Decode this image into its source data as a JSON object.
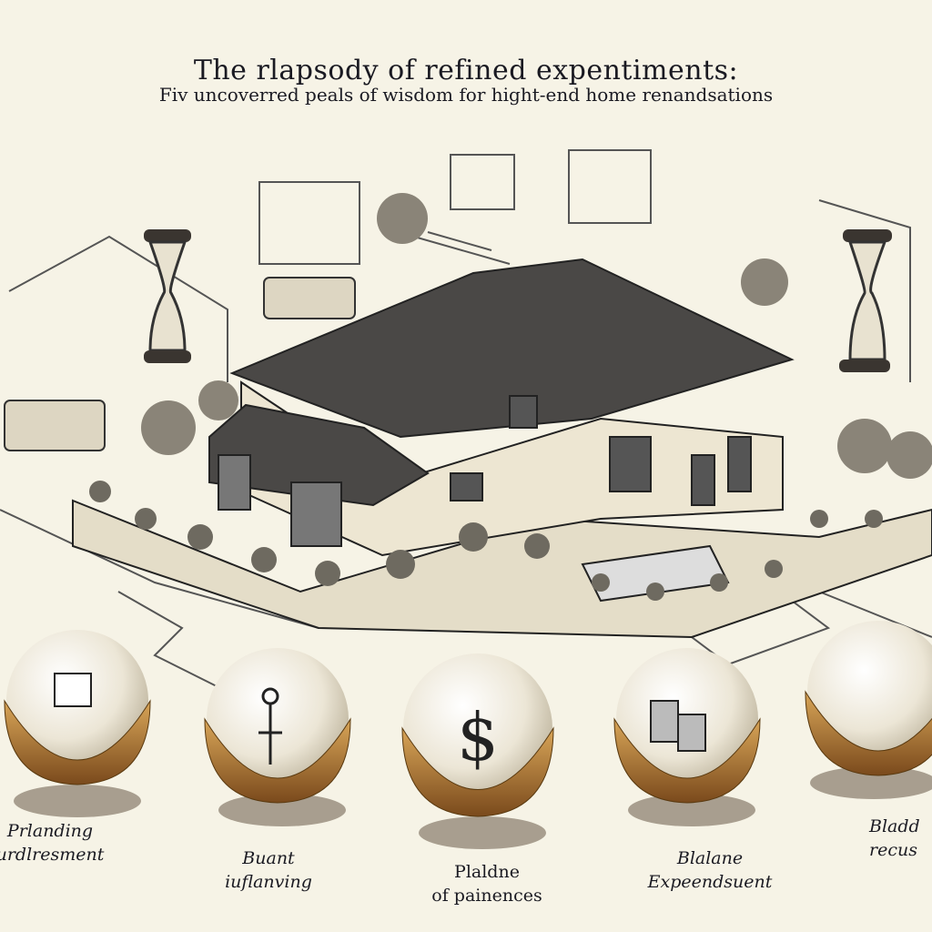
{
  "header": {
    "title": "The rlapsody of refined expentiments:",
    "subtitle": "Fiv uncoverred peals of wisdom for  hight-end home renandsations"
  },
  "pearls": [
    {
      "icon": "calculator-icon",
      "line1": "Prlanding",
      "line2": "urdlresment"
    },
    {
      "icon": "key-icon",
      "line1": "Buant",
      "line2": "iuflanving"
    },
    {
      "icon": "dollar-icon",
      "line1": "Plaldne",
      "line2": "of painences"
    },
    {
      "icon": "coins-icon",
      "line1": "Blalane",
      "line2": "Expeendsuent"
    },
    {
      "icon": "pearl-icon",
      "line1": "Bladd",
      "line2": "recus"
    }
  ],
  "colors": {
    "background": "#f6f3e6",
    "ink": "#1a1a22",
    "gold": "#b07a34",
    "pearl": "#ece6d6"
  },
  "dollar_glyph": "$"
}
